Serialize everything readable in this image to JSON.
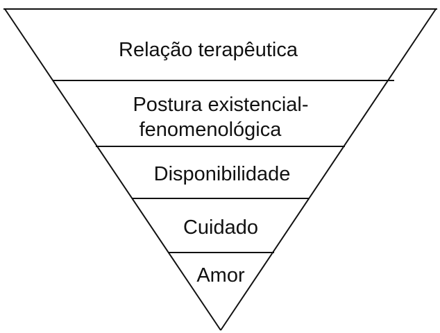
{
  "diagram": {
    "levels": [
      {
        "lines": [
          "Relação terapêutica"
        ]
      },
      {
        "lines": [
          "Postura existencial-",
          "fenomenológica"
        ]
      },
      {
        "lines": [
          "Disponibilidade"
        ]
      },
      {
        "lines": [
          "Cuidado"
        ]
      },
      {
        "lines": [
          "Amor"
        ]
      }
    ],
    "line_color": "#111111"
  }
}
